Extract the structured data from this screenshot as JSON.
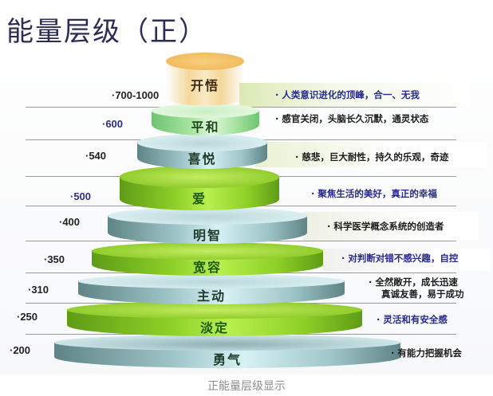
{
  "title": "能量层级（正）",
  "caption": "正能量层级显示",
  "colors": {
    "green": "#8ccf2a",
    "teal": "#a9cfd6",
    "orange": "#f2c066",
    "score_blue": "#2d2f80",
    "desc_blue": "#262a8c"
  },
  "levels": [
    {
      "name": "开悟",
      "score": "·700-1000",
      "description": "· 人类意识进化的顶峰，合一、无我",
      "style": "orange",
      "text_color": "blue"
    },
    {
      "name": "平和",
      "score": "·600",
      "description": "· 感官关闭，头脑长久沉默，通灵状态",
      "style": "lightgreen",
      "text_color": "blue_score"
    },
    {
      "name": "喜悦",
      "score": "·540",
      "description": "· 慈悲，巨大耐性，持久的乐观，奇迹",
      "style": "teal",
      "text_color": "black"
    },
    {
      "name": "爱",
      "score": "·500",
      "description": "· 聚焦生活的美好，真正的幸福",
      "style": "green",
      "text_color": "blue"
    },
    {
      "name": "明智",
      "score": "·400",
      "description": "· 科学医学概念系统的创造者",
      "style": "teal",
      "text_color": "black"
    },
    {
      "name": "宽容",
      "score": "·350",
      "description": "· 对判断对错不感兴趣，自控",
      "style": "green",
      "text_color": "blue"
    },
    {
      "name": "主动",
      "score": "·310",
      "description": "· 全然敞开，成长迅速",
      "description_line2": "真诚友善，易于成功",
      "style": "teal",
      "text_color": "black"
    },
    {
      "name": "淡定",
      "score": "·250",
      "description": "· 灵活和有安全感",
      "style": "green",
      "text_color": "blue"
    },
    {
      "name": "勇气",
      "score": "·200",
      "description": "· 有能力把握机会",
      "style": "teal",
      "text_color": "black"
    }
  ]
}
